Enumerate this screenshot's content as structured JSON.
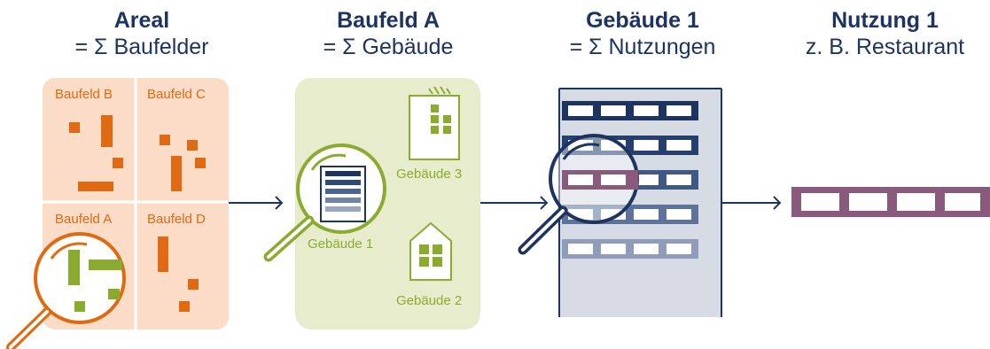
{
  "columns": [
    {
      "title": "Areal",
      "subtitle": "= Σ Baufelder"
    },
    {
      "title": "Baufeld A",
      "subtitle": "= Σ Gebäude"
    },
    {
      "title": "Gebäude 1",
      "subtitle": "= Σ Nutzungen"
    },
    {
      "title": "Nutzung 1",
      "subtitle": "z. B. Restaurant"
    }
  ],
  "areal": {
    "fields": [
      "Baufeld B",
      "Baufeld C",
      "Baufeld A",
      "Baufeld D"
    ]
  },
  "baufeld": {
    "buildings": [
      "Gebäude 3",
      "Gebäude 1",
      "Gebäude 2"
    ]
  },
  "colors": {
    "navy": "#1d3461",
    "orange": "#e06a12",
    "orange_bg": "#fadcc7",
    "green": "#8bab2f",
    "green_bg": "#e7eccc",
    "mauve": "#8a5a7c",
    "building_gray": "#d6dbe4"
  }
}
